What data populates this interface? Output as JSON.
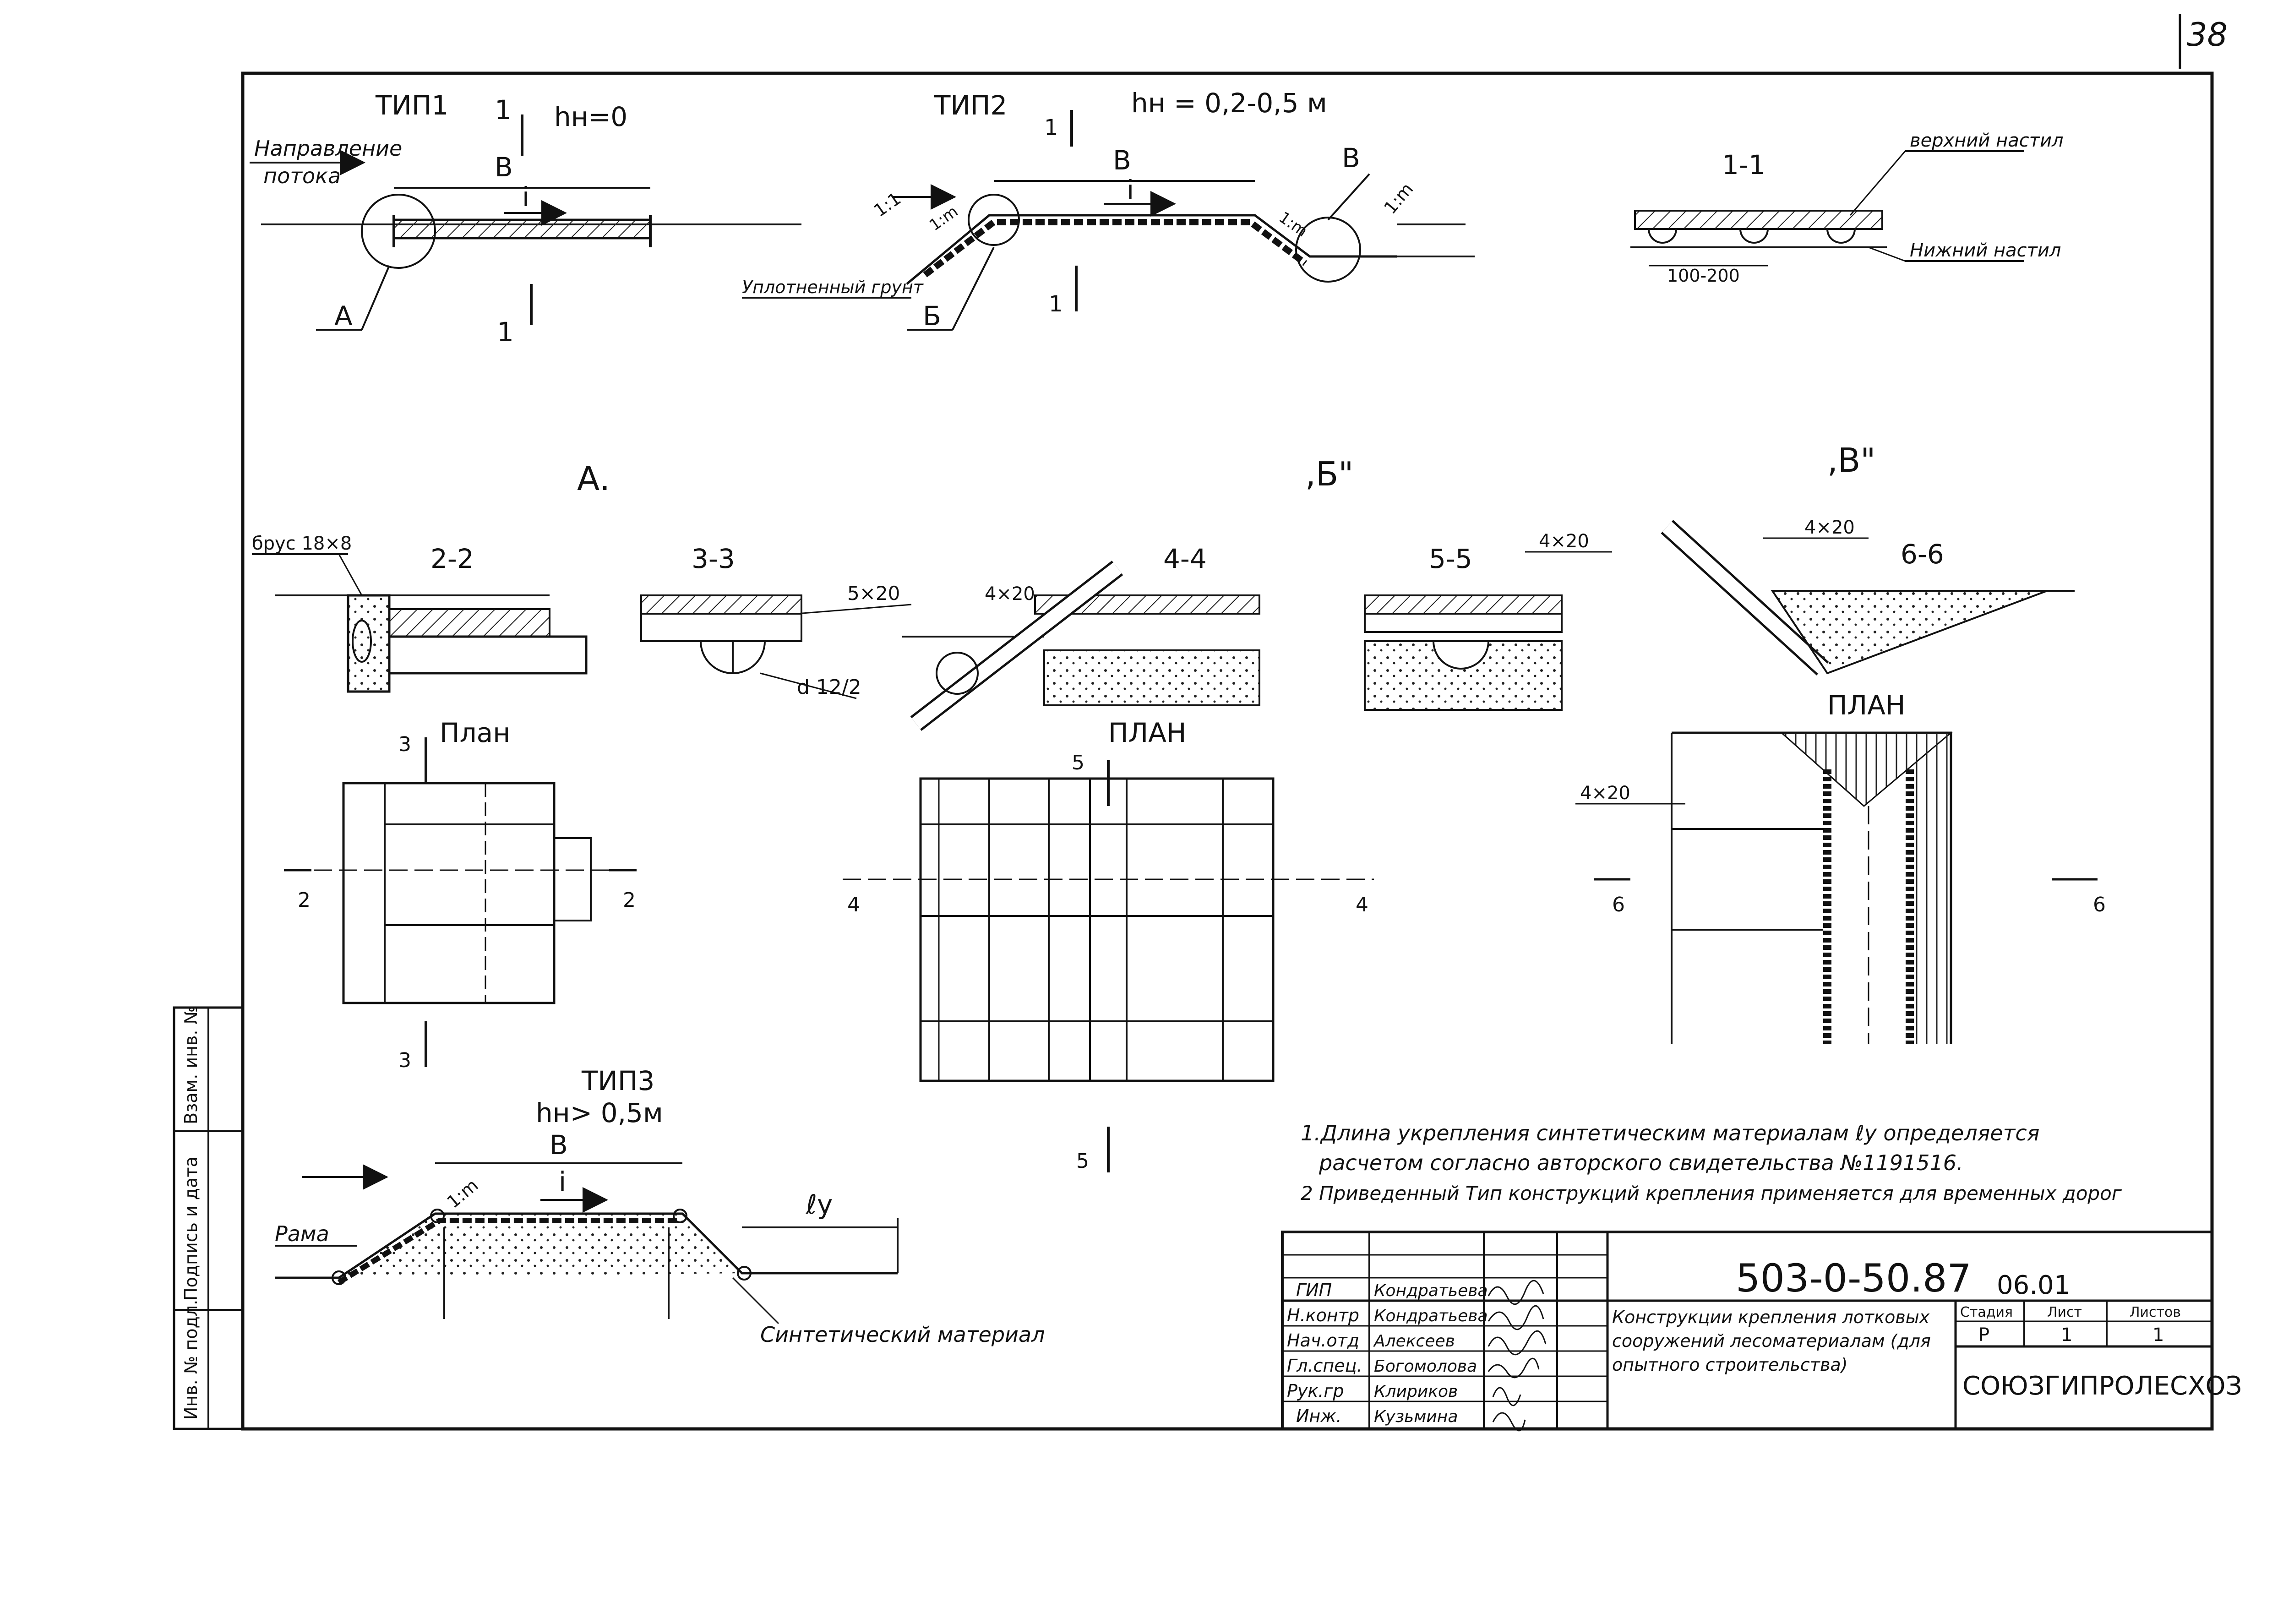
{
  "page_number": "38",
  "type1": {
    "title": "ТИП1",
    "h_label": "hн=0",
    "flow_label_1": "Направление",
    "flow_label_2": "потока",
    "b_label": "В",
    "i_label": "i",
    "detail_label": "А",
    "section_label": "1"
  },
  "type2": {
    "title": "ТИП2",
    "h_label": "hн = 0,2-0,5 м",
    "b_label": "В",
    "i_label": "i",
    "slope_label_1": "1:1",
    "slope_label_2": "1:m",
    "slope_label_3": "1:m",
    "slope_label_4": "1:m",
    "soil_label": "Уплотненный грунт",
    "detail_b": "Б",
    "detail_v": "В",
    "section_label": "1"
  },
  "section11": {
    "title": "1-1",
    "top_label": "верхний настил",
    "bottom_label": "Нижний настил",
    "dim_label": "100-200"
  },
  "detailA": {
    "title": "А.",
    "sec22": "2-2",
    "brus_label": "брус 18×8",
    "sec33": "3-3",
    "dim_5x20": "5×20",
    "d_label": "d 12/2",
    "plan_label": "План",
    "cut3": "3",
    "cut2": "2"
  },
  "detailB": {
    "title": ",Б\"",
    "sec44": "4-4",
    "dim_4x20": "4×20",
    "sec55": "5-5",
    "dim_4x20b": "4×20",
    "plan_label": "ПЛАН",
    "cut5": "5",
    "cut4": "4"
  },
  "detailV": {
    "title": ",В\"",
    "sec66": "6-6",
    "dim_4x20": "4×20",
    "plan_label": "ПЛАН",
    "plan_dim": "4×20",
    "cut6": "6"
  },
  "type3": {
    "title": "ТИП3",
    "h_label": "hн> 0,5м",
    "b_label": "В",
    "i_label": "i",
    "slope_label": "1:m",
    "frame_label": "Рама",
    "ly_label": "ℓу",
    "material_label": "Синтетический материал"
  },
  "notes": {
    "line1": "1.Длина укрепления синтетическим материалам ℓу определяется",
    "line2": "расчетом согласно авторского свидетельства №1191516.",
    "line3": "2 Приведенный Тип конструкций крепления применяется для временных дорог"
  },
  "left_stamp": [
    "Инв. № подл.",
    "Подпись и дата",
    "Взам. инв. №"
  ],
  "title_block": {
    "doc_number": "503-0-50.87",
    "doc_suffix": "06.01",
    "roles": [
      "ГИП",
      "Н.контр",
      "Нач.отд",
      "Гл.спец.",
      "Рук.гр",
      "Инж."
    ],
    "names": [
      "Кондратьева",
      "Кондратьева",
      "Алексеев",
      "Богомолова",
      "Клириков",
      "Кузьмина"
    ],
    "description": "Конструкции крепления лотковых сооружений лесоматериалам (для опытного строительства)",
    "stage_header": "Стадия",
    "sheet_header": "Лист",
    "sheets_header": "Листов",
    "stage": "Р",
    "sheet": "1",
    "sheets": "1",
    "organization": "СОЮЗГИПРОЛЕСХОЗ"
  }
}
